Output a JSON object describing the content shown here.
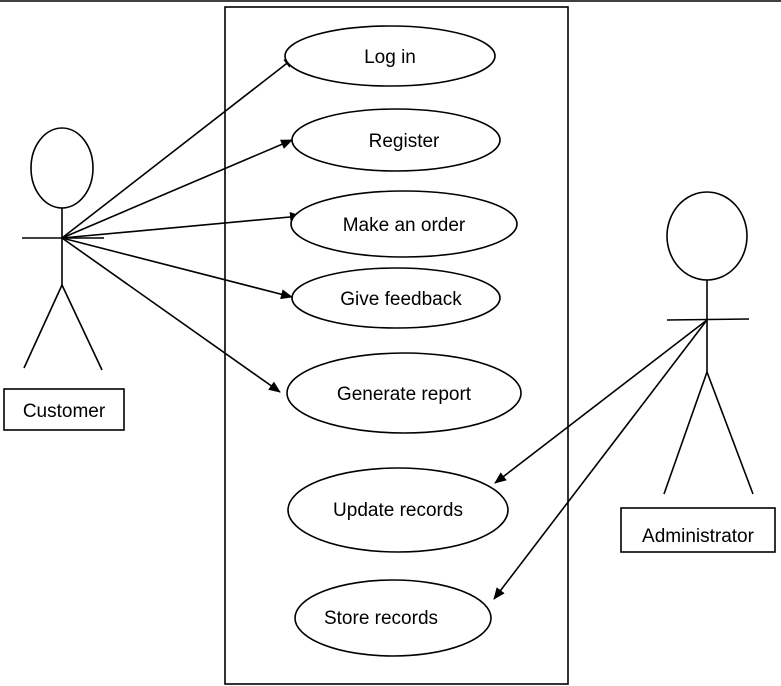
{
  "actors": {
    "customer": {
      "label": "Customer"
    },
    "administrator": {
      "label": "Administrator"
    }
  },
  "use_cases": [
    {
      "label": "Log in"
    },
    {
      "label": "Register"
    },
    {
      "label": "Make an order"
    },
    {
      "label": "Give feedback"
    },
    {
      "label": "Generate report"
    },
    {
      "label": "Update records"
    },
    {
      "label": "Store records"
    }
  ],
  "associations": [
    {
      "from": "Customer",
      "to": "Log in"
    },
    {
      "from": "Customer",
      "to": "Register"
    },
    {
      "from": "Customer",
      "to": "Make an order"
    },
    {
      "from": "Customer",
      "to": "Give feedback"
    },
    {
      "from": "Customer",
      "to": "Generate report"
    },
    {
      "from": "Administrator",
      "to": "Update records"
    },
    {
      "from": "Administrator",
      "to": "Store records"
    }
  ],
  "colors": {
    "line": "#000000",
    "background": "#ffffff"
  }
}
